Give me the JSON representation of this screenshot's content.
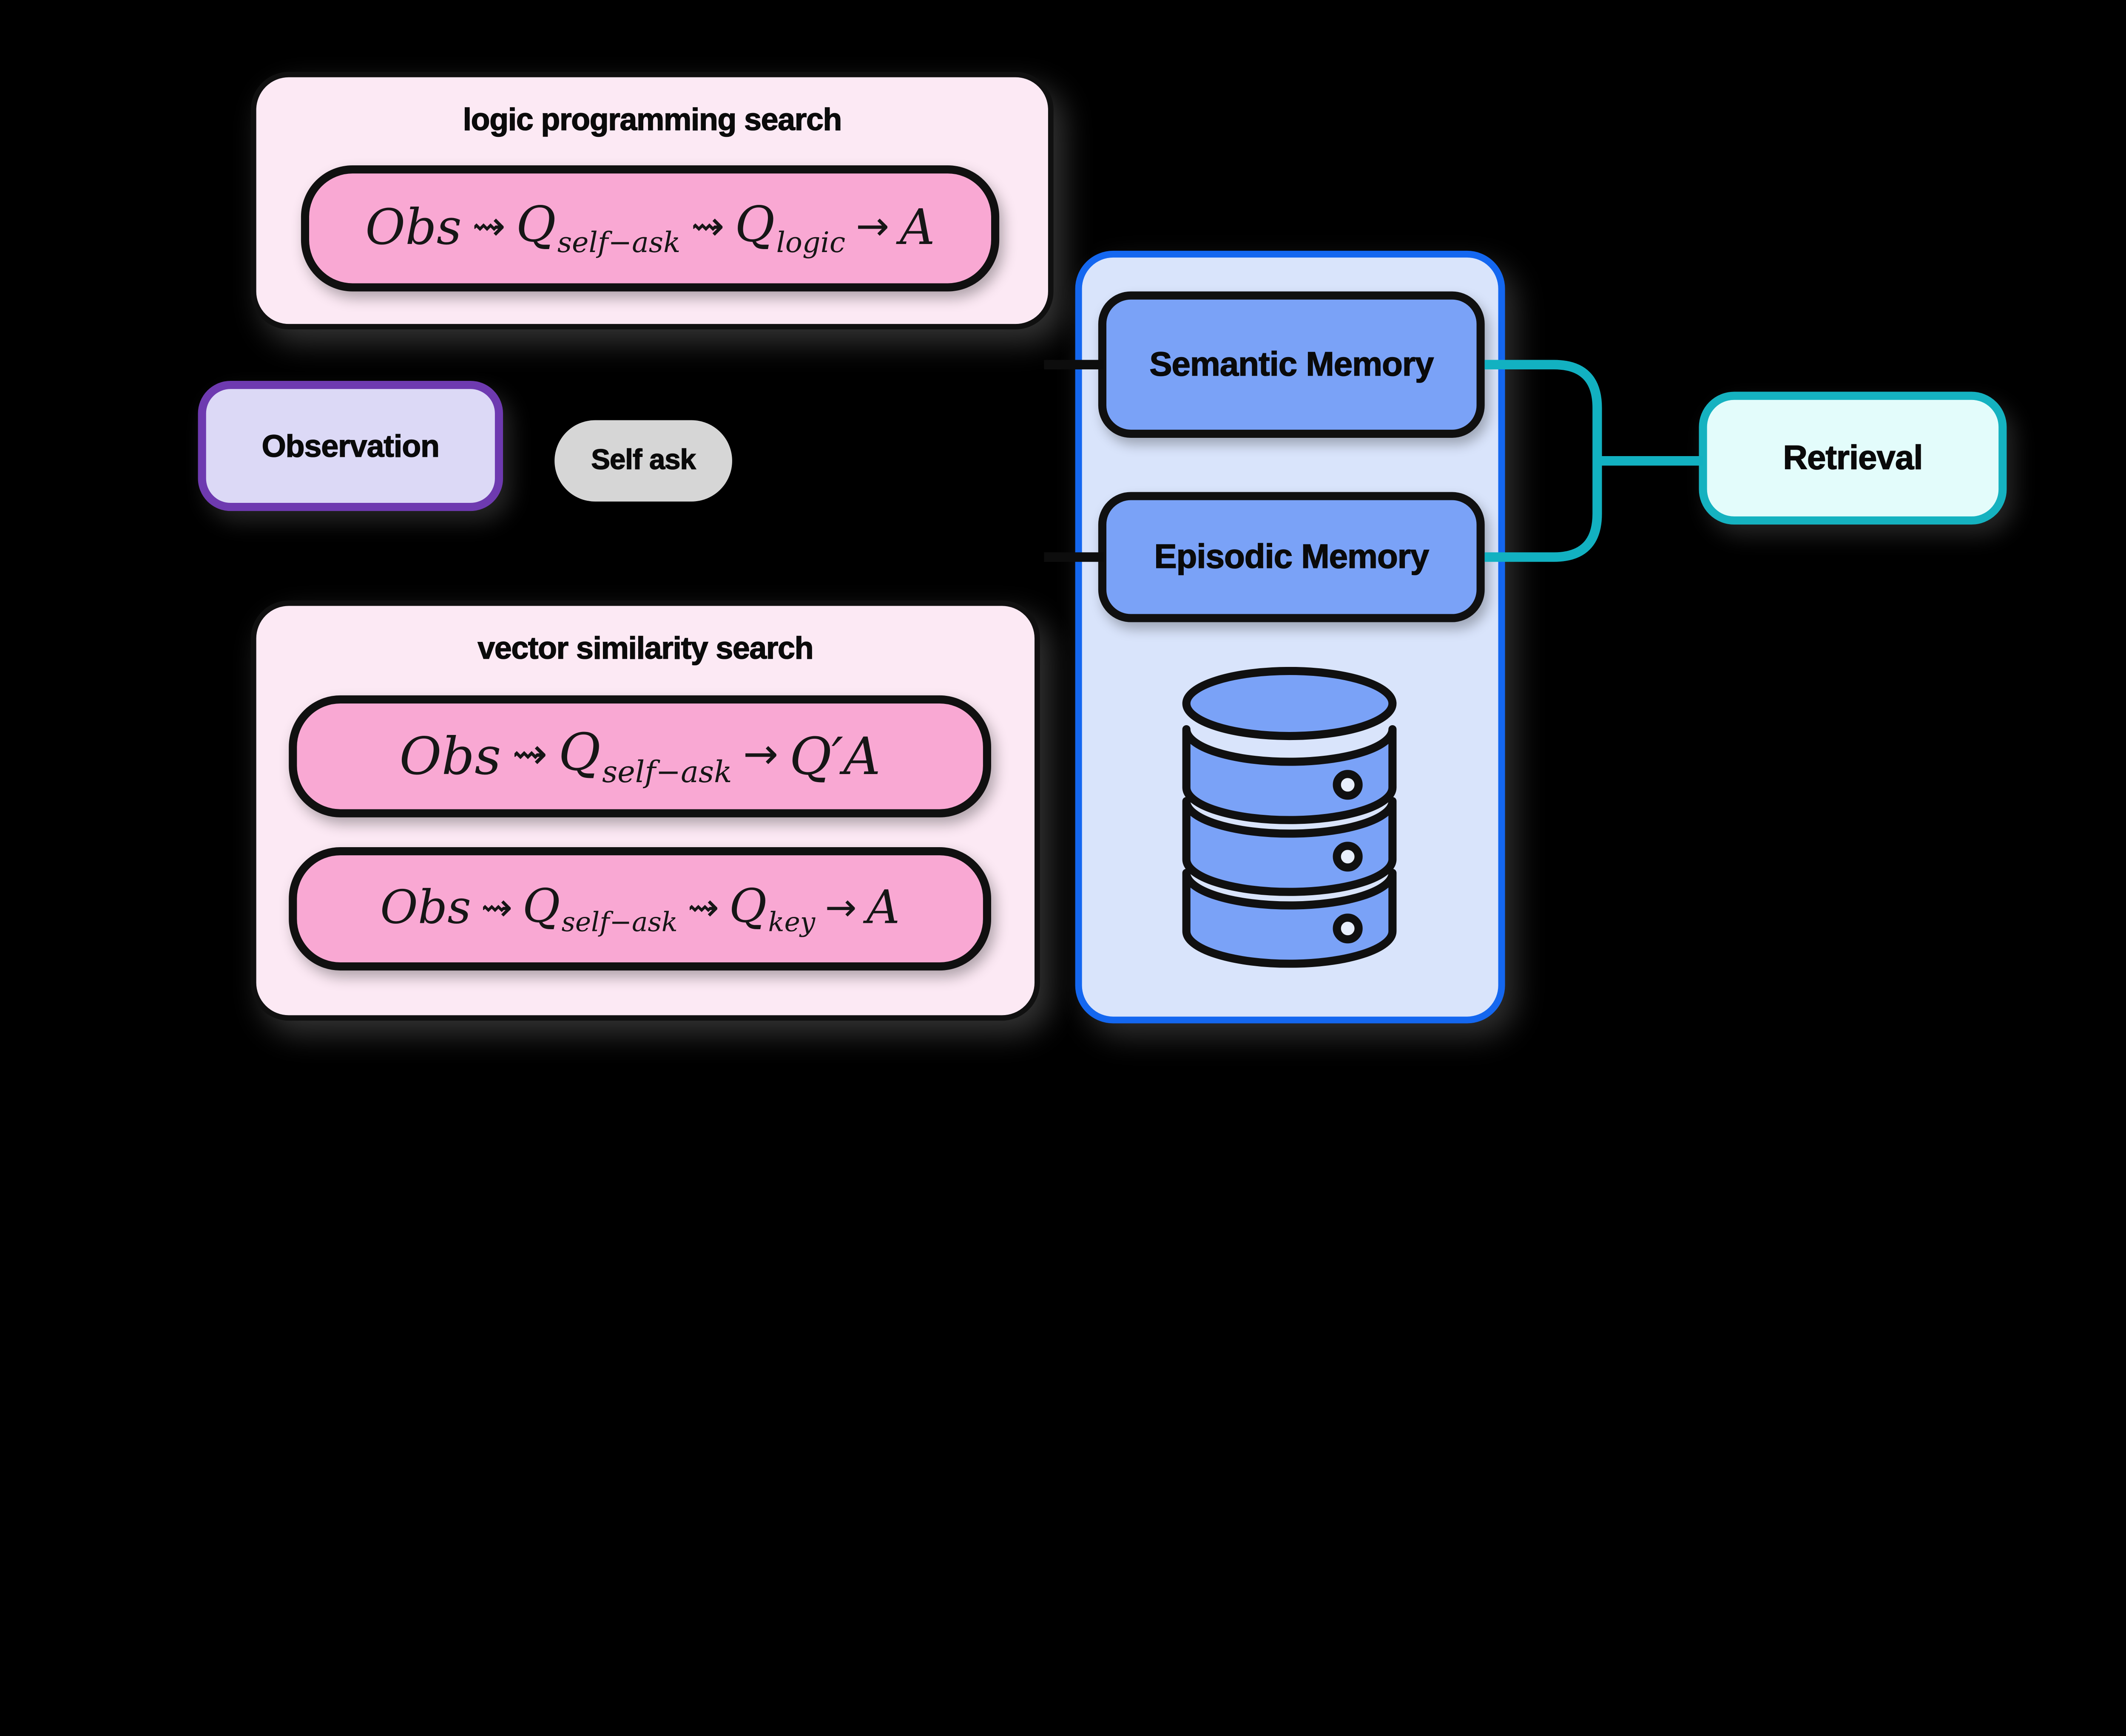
{
  "diagram": {
    "background": "#000000",
    "logic_group": {
      "title": "logic programming search",
      "formula": [
        {
          "k": "var",
          "t": "Obs"
        },
        {
          "k": "arrow",
          "t": "⇝"
        },
        {
          "k": "sub",
          "base": "Q",
          "sub": "self−ask"
        },
        {
          "k": "arrow",
          "t": "⇝"
        },
        {
          "k": "sub",
          "base": "Q",
          "sub": "logic"
        },
        {
          "k": "arrow",
          "t": "→"
        },
        {
          "k": "var",
          "t": "A"
        }
      ]
    },
    "observation": {
      "label": "Observation"
    },
    "self_ask": {
      "label": "Self ask"
    },
    "vector_group": {
      "title": "vector similarity search",
      "formula_rewrite": [
        {
          "k": "var",
          "t": "Obs"
        },
        {
          "k": "arrow",
          "t": "⇝"
        },
        {
          "k": "sub",
          "base": "Q",
          "sub": "self−ask"
        },
        {
          "k": "arrow",
          "t": "→"
        },
        {
          "k": "var",
          "t": "Q′A"
        }
      ],
      "formula_keyword": [
        {
          "k": "var",
          "t": "Obs"
        },
        {
          "k": "arrow",
          "t": "⇝"
        },
        {
          "k": "sub",
          "base": "Q",
          "sub": "self−ask"
        },
        {
          "k": "arrow",
          "t": "⇝"
        },
        {
          "k": "sub",
          "base": "Q",
          "sub": "key"
        },
        {
          "k": "arrow",
          "t": "→"
        },
        {
          "k": "var",
          "t": "A"
        }
      ]
    },
    "memory_panel": {
      "semantic_label": "Semantic Memory",
      "episodic_label": "Episodic Memory",
      "database_icon": "database-icon"
    },
    "retrieval": {
      "label": "Retrieval"
    },
    "colors": {
      "background": "#000000",
      "group_fill": "#fce9f4",
      "group_outline": "#101010",
      "formula_pill_fill": "#f9a8d3",
      "observation_fill": "#dcd9f6",
      "observation_border": "#6e3ab0",
      "self_ask_fill": "#d6d6d6",
      "memory_panel_fill": "#d9e4fb",
      "memory_panel_border": "#1467f0",
      "memory_box_fill": "#7aa2f7",
      "retrieval_fill": "#e3fcfb",
      "retrieval_border": "#15b2c0",
      "connector_teal": "#12b1c1",
      "connector_black": "#0d0d0d"
    }
  }
}
